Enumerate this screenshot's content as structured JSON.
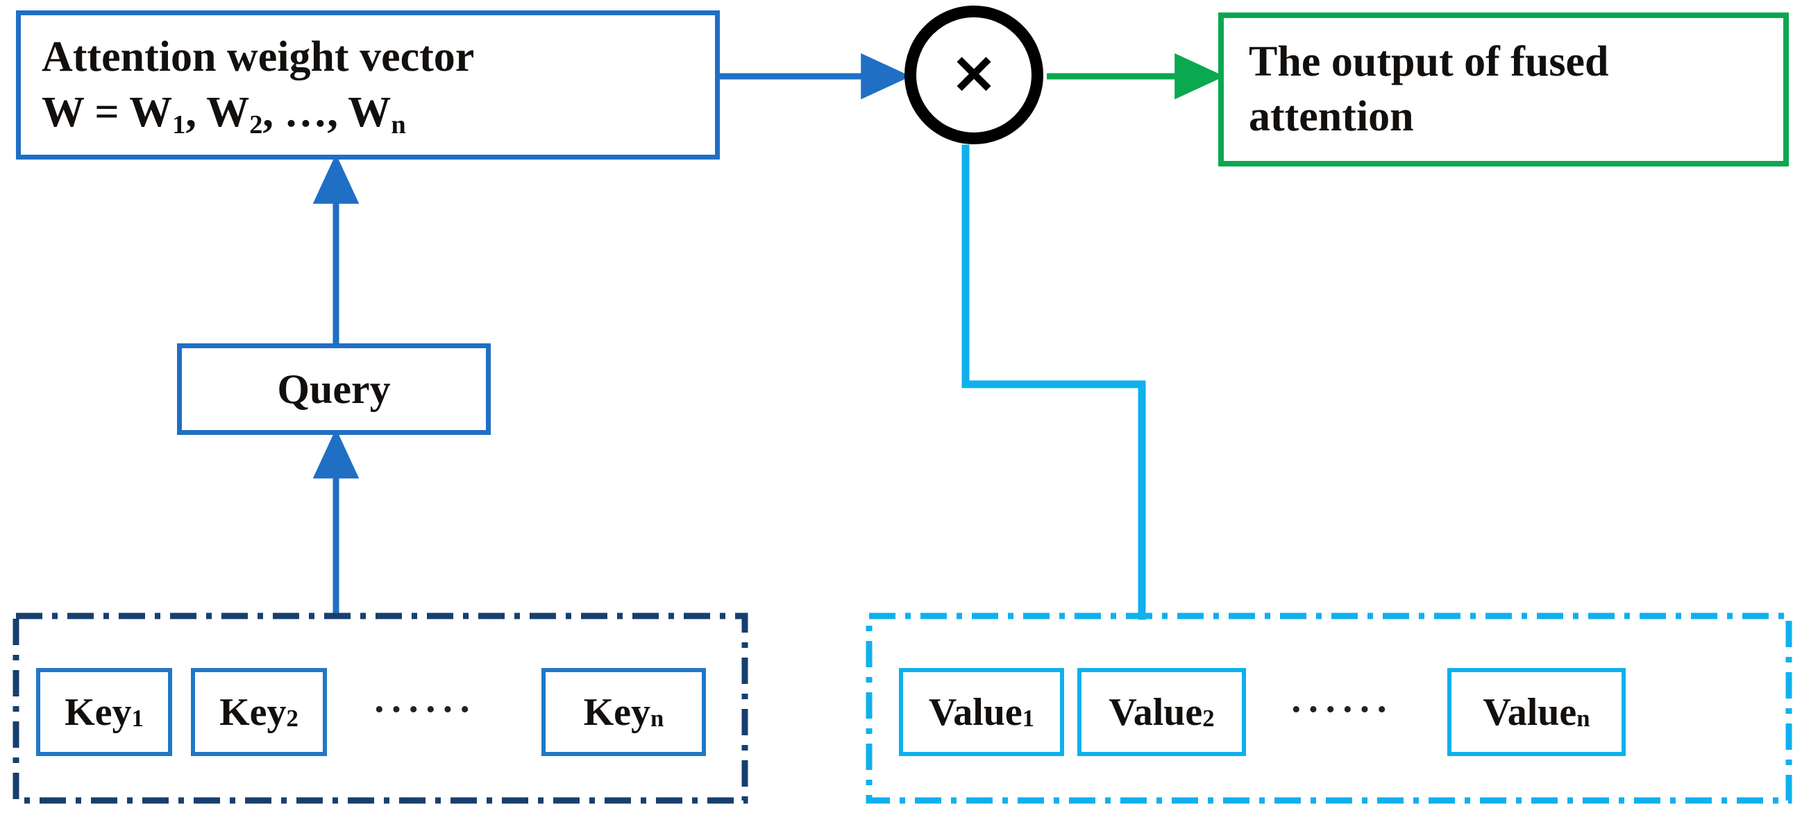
{
  "diagram": {
    "title": "Fused attention mechanism diagram",
    "colors": {
      "blue": "#1f6fc4",
      "key_blue": "#2178c6",
      "navy_dash": "#173f6e",
      "cyan": "#0fb0ee",
      "green": "#0aa84f",
      "black": "#000000"
    },
    "attention_box": {
      "line1": "Attention weight vector",
      "line2_prefix": "W = W",
      "line2_sub1": "1",
      "line2_mid1": ", W",
      "line2_sub2": "2",
      "line2_mid2": ", …, W",
      "line2_sub3": "n"
    },
    "query_box": {
      "label": "Query"
    },
    "operator": {
      "symbol": "✕",
      "name": "multiply"
    },
    "output_box": {
      "line1": "The output of fused",
      "line2": "attention"
    },
    "key_group": {
      "items": [
        {
          "label": "Key",
          "sub": "1"
        },
        {
          "label": "Key",
          "sub": "2"
        },
        {
          "label": "Key",
          "sub": "n"
        }
      ],
      "ellipsis": "······"
    },
    "value_group": {
      "items": [
        {
          "label": "Value",
          "sub": "1"
        },
        {
          "label": "Value",
          "sub": "2"
        },
        {
          "label": "Value",
          "sub": "n"
        }
      ],
      "ellipsis": "······"
    }
  }
}
